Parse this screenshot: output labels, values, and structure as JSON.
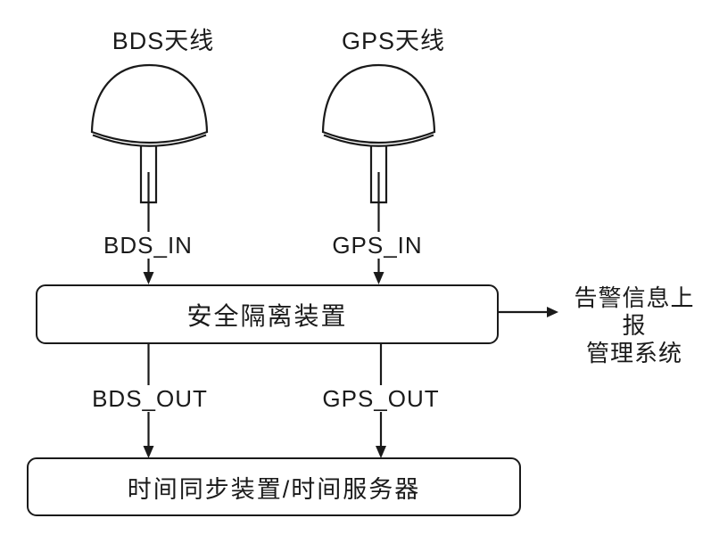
{
  "diagram": {
    "background": "#ffffff",
    "stroke_color": "#1a1a1a",
    "antennas": [
      {
        "label": "BDS天线",
        "input_label": "BDS_IN",
        "output_label": "BDS_OUT"
      },
      {
        "label": "GPS天线",
        "input_label": "GPS_IN",
        "output_label": "GPS_OUT"
      }
    ],
    "isolation_box": {
      "label": "安全隔离装置"
    },
    "time_box": {
      "label": "时间同步装置/时间服务器"
    },
    "alarm_note": {
      "line1": "告警信息上报",
      "line2": "管理系统"
    }
  }
}
